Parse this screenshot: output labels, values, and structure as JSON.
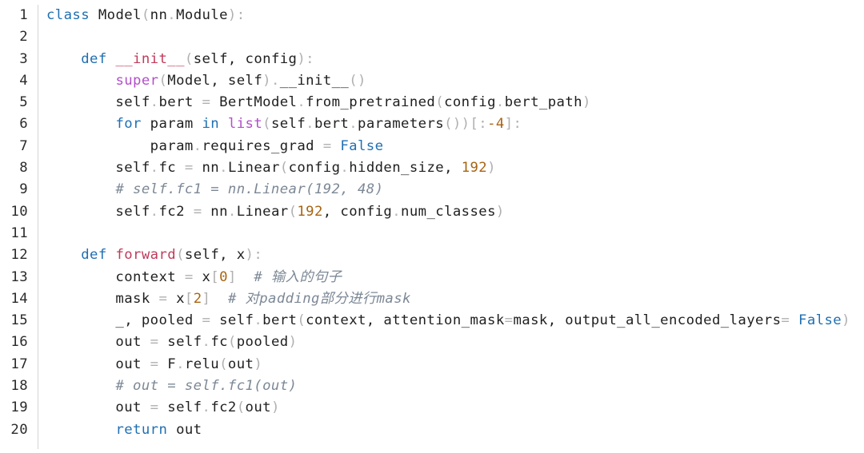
{
  "editor": {
    "language": "python",
    "colors": {
      "keyword": "#1f6fb2",
      "builtin": "#b24fc9",
      "function_name": "#c03b5a",
      "number": "#a86412",
      "comment": "#7c8896",
      "operator": "#b0b0b0",
      "text": "#1f1f1f",
      "gutter_border": "#d4d4d4"
    },
    "lines": [
      {
        "n": "1",
        "tokens": [
          [
            "kw",
            "class"
          ],
          [
            "plain",
            " Model"
          ],
          [
            "op",
            "("
          ],
          [
            "plain",
            "nn"
          ],
          [
            "dot",
            "."
          ],
          [
            "plain",
            "Module"
          ],
          [
            "op",
            "):"
          ]
        ]
      },
      {
        "n": "2",
        "tokens": []
      },
      {
        "n": "3",
        "tokens": [
          [
            "plain",
            "    "
          ],
          [
            "kw",
            "def"
          ],
          [
            "plain",
            " "
          ],
          [
            "fn",
            "__init__"
          ],
          [
            "op",
            "("
          ],
          [
            "plain",
            "self, config"
          ],
          [
            "op",
            "):"
          ]
        ]
      },
      {
        "n": "4",
        "tokens": [
          [
            "plain",
            "        "
          ],
          [
            "bi",
            "super"
          ],
          [
            "op",
            "("
          ],
          [
            "plain",
            "Model, self"
          ],
          [
            "op",
            ")"
          ],
          [
            "dot",
            "."
          ],
          [
            "plain",
            "__init__"
          ],
          [
            "op",
            "()"
          ]
        ]
      },
      {
        "n": "5",
        "tokens": [
          [
            "plain",
            "        self"
          ],
          [
            "dot",
            "."
          ],
          [
            "plain",
            "bert "
          ],
          [
            "op",
            "="
          ],
          [
            "plain",
            " BertModel"
          ],
          [
            "dot",
            "."
          ],
          [
            "plain",
            "from_pretrained"
          ],
          [
            "op",
            "("
          ],
          [
            "plain",
            "config"
          ],
          [
            "dot",
            "."
          ],
          [
            "plain",
            "bert_path"
          ],
          [
            "op",
            ")"
          ]
        ]
      },
      {
        "n": "6",
        "tokens": [
          [
            "plain",
            "        "
          ],
          [
            "kw",
            "for"
          ],
          [
            "plain",
            " param "
          ],
          [
            "kw",
            "in"
          ],
          [
            "plain",
            " "
          ],
          [
            "bi",
            "list"
          ],
          [
            "op",
            "("
          ],
          [
            "plain",
            "self"
          ],
          [
            "dot",
            "."
          ],
          [
            "plain",
            "bert"
          ],
          [
            "dot",
            "."
          ],
          [
            "plain",
            "parameters"
          ],
          [
            "op",
            "())[:"
          ],
          [
            "num",
            "-4"
          ],
          [
            "op",
            "]:"
          ]
        ]
      },
      {
        "n": "7",
        "tokens": [
          [
            "plain",
            "            param"
          ],
          [
            "dot",
            "."
          ],
          [
            "plain",
            "requires_grad "
          ],
          [
            "op",
            "="
          ],
          [
            "plain",
            " "
          ],
          [
            "kw2",
            "False"
          ]
        ]
      },
      {
        "n": "8",
        "tokens": [
          [
            "plain",
            "        self"
          ],
          [
            "dot",
            "."
          ],
          [
            "plain",
            "fc "
          ],
          [
            "op",
            "="
          ],
          [
            "plain",
            " nn"
          ],
          [
            "dot",
            "."
          ],
          [
            "plain",
            "Linear"
          ],
          [
            "op",
            "("
          ],
          [
            "plain",
            "config"
          ],
          [
            "dot",
            "."
          ],
          [
            "plain",
            "hidden_size, "
          ],
          [
            "num",
            "192"
          ],
          [
            "op",
            ")"
          ]
        ]
      },
      {
        "n": "9",
        "tokens": [
          [
            "plain",
            "        "
          ],
          [
            "cm",
            "# self.fc1 = nn.Linear(192, 48)"
          ]
        ]
      },
      {
        "n": "10",
        "tokens": [
          [
            "plain",
            "        self"
          ],
          [
            "dot",
            "."
          ],
          [
            "plain",
            "fc2 "
          ],
          [
            "op",
            "="
          ],
          [
            "plain",
            " nn"
          ],
          [
            "dot",
            "."
          ],
          [
            "plain",
            "Linear"
          ],
          [
            "op",
            "("
          ],
          [
            "num",
            "192"
          ],
          [
            "plain",
            ", config"
          ],
          [
            "dot",
            "."
          ],
          [
            "plain",
            "num_classes"
          ],
          [
            "op",
            ")"
          ]
        ]
      },
      {
        "n": "11",
        "tokens": []
      },
      {
        "n": "12",
        "tokens": [
          [
            "plain",
            "    "
          ],
          [
            "kw",
            "def"
          ],
          [
            "plain",
            " "
          ],
          [
            "fn",
            "forward"
          ],
          [
            "op",
            "("
          ],
          [
            "plain",
            "self, x"
          ],
          [
            "op",
            "):"
          ]
        ]
      },
      {
        "n": "13",
        "tokens": [
          [
            "plain",
            "        context "
          ],
          [
            "op",
            "="
          ],
          [
            "plain",
            " x"
          ],
          [
            "op",
            "["
          ],
          [
            "num",
            "0"
          ],
          [
            "op",
            "]"
          ],
          [
            "plain",
            "  "
          ],
          [
            "cm",
            "# 输入的句子"
          ]
        ]
      },
      {
        "n": "14",
        "tokens": [
          [
            "plain",
            "        mask "
          ],
          [
            "op",
            "="
          ],
          [
            "plain",
            " x"
          ],
          [
            "op",
            "["
          ],
          [
            "num",
            "2"
          ],
          [
            "op",
            "]"
          ],
          [
            "plain",
            "  "
          ],
          [
            "cm",
            "# 对padding部分进行mask"
          ]
        ]
      },
      {
        "n": "15",
        "tokens": [
          [
            "plain",
            "        _, pooled "
          ],
          [
            "op",
            "="
          ],
          [
            "plain",
            " self"
          ],
          [
            "dot",
            "."
          ],
          [
            "plain",
            "bert"
          ],
          [
            "op",
            "("
          ],
          [
            "plain",
            "context, attention_mask"
          ],
          [
            "op",
            "="
          ],
          [
            "plain",
            "mask, output_all_encoded_layers"
          ],
          [
            "op",
            "="
          ],
          [
            "plain",
            " "
          ],
          [
            "kw2",
            "False"
          ],
          [
            "op",
            ")"
          ]
        ]
      },
      {
        "n": "16",
        "tokens": [
          [
            "plain",
            "        out "
          ],
          [
            "op",
            "="
          ],
          [
            "plain",
            " self"
          ],
          [
            "dot",
            "."
          ],
          [
            "plain",
            "fc"
          ],
          [
            "op",
            "("
          ],
          [
            "plain",
            "pooled"
          ],
          [
            "op",
            ")"
          ]
        ]
      },
      {
        "n": "17",
        "tokens": [
          [
            "plain",
            "        out "
          ],
          [
            "op",
            "="
          ],
          [
            "plain",
            " F"
          ],
          [
            "dot",
            "."
          ],
          [
            "plain",
            "relu"
          ],
          [
            "op",
            "("
          ],
          [
            "plain",
            "out"
          ],
          [
            "op",
            ")"
          ]
        ]
      },
      {
        "n": "18",
        "tokens": [
          [
            "plain",
            "        "
          ],
          [
            "cm",
            "# out = self.fc1(out)"
          ]
        ]
      },
      {
        "n": "19",
        "tokens": [
          [
            "plain",
            "        out "
          ],
          [
            "op",
            "="
          ],
          [
            "plain",
            " self"
          ],
          [
            "dot",
            "."
          ],
          [
            "plain",
            "fc2"
          ],
          [
            "op",
            "("
          ],
          [
            "plain",
            "out"
          ],
          [
            "op",
            ")"
          ]
        ]
      },
      {
        "n": "20",
        "tokens": [
          [
            "plain",
            "        "
          ],
          [
            "kw",
            "return"
          ],
          [
            "plain",
            " out"
          ]
        ]
      }
    ]
  }
}
